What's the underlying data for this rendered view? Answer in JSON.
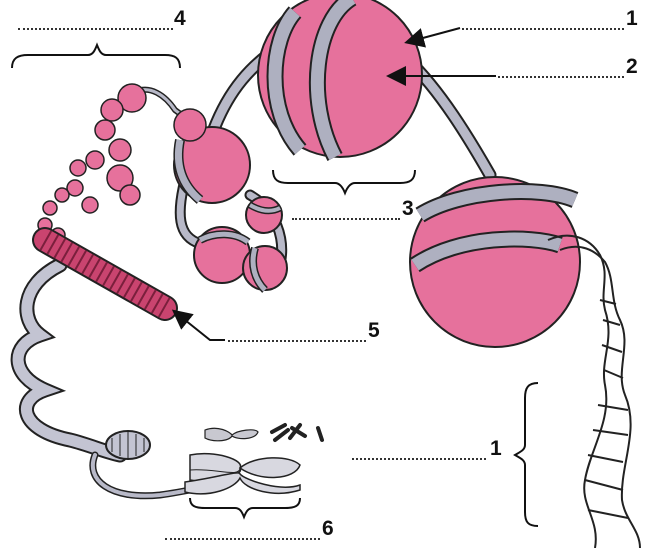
{
  "labels": {
    "l1_top": "1",
    "l2": "2",
    "l3": "3",
    "l4": "4",
    "l5": "5",
    "l1_bottom": "1",
    "l6": "6"
  },
  "colors": {
    "nucleosome": "#e6719c",
    "band": "#aeb0c0",
    "outline": "#222222",
    "strand": "#b8b9c8"
  }
}
